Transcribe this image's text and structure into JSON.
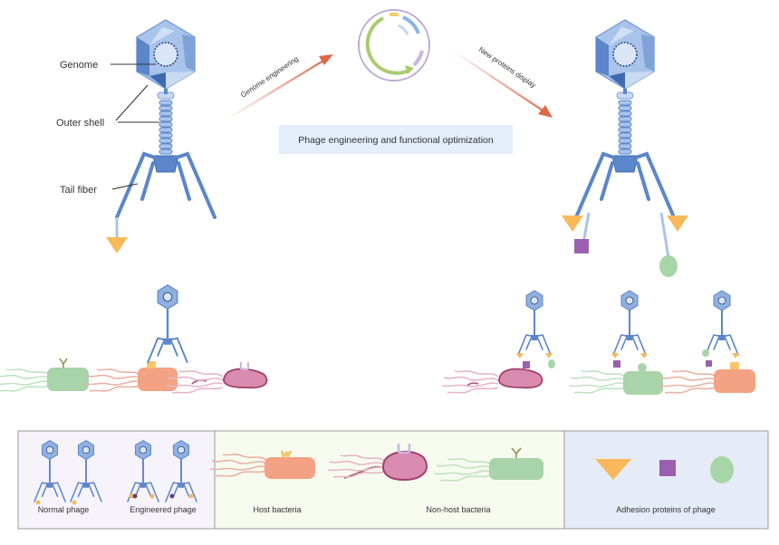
{
  "title_box": {
    "label": "Phage engineering and functional optimization"
  },
  "arrows": {
    "left": {
      "label": "Genome engineering"
    },
    "right": {
      "label": "New proteins display"
    }
  },
  "phage_labels": {
    "genome": "Genome",
    "outer_shell": "Outer shell",
    "tail_fiber": "Tail fiber"
  },
  "legend": {
    "phages": {
      "normal": "Normal phage",
      "engineered": "Engineered phage"
    },
    "bacteria": {
      "host": "Host bacteria",
      "non_host": "Non-host bacteria"
    },
    "proteins": {
      "label": "Adhesion proteins of phage"
    }
  },
  "colors": {
    "phage_blue": "#5b86c9",
    "phage_light": "#a9c4ea",
    "phage_dark": "#3e6bb0",
    "triangle_orange": "#f9b95a",
    "square_purple": "#9b5fb0",
    "oval_green": "#a8d5a8",
    "host_orange": "#f4a284",
    "nonhost_pink": "#d98bb0",
    "nonhost_green": "#a9d3a9",
    "arrow_red": "#e0674a",
    "title_bg": "#e3eefa",
    "legend_phage_bg": "#f6f3fa",
    "legend_bact_bg": "#f7fbef",
    "legend_prot_bg": "#e5ecf7"
  }
}
